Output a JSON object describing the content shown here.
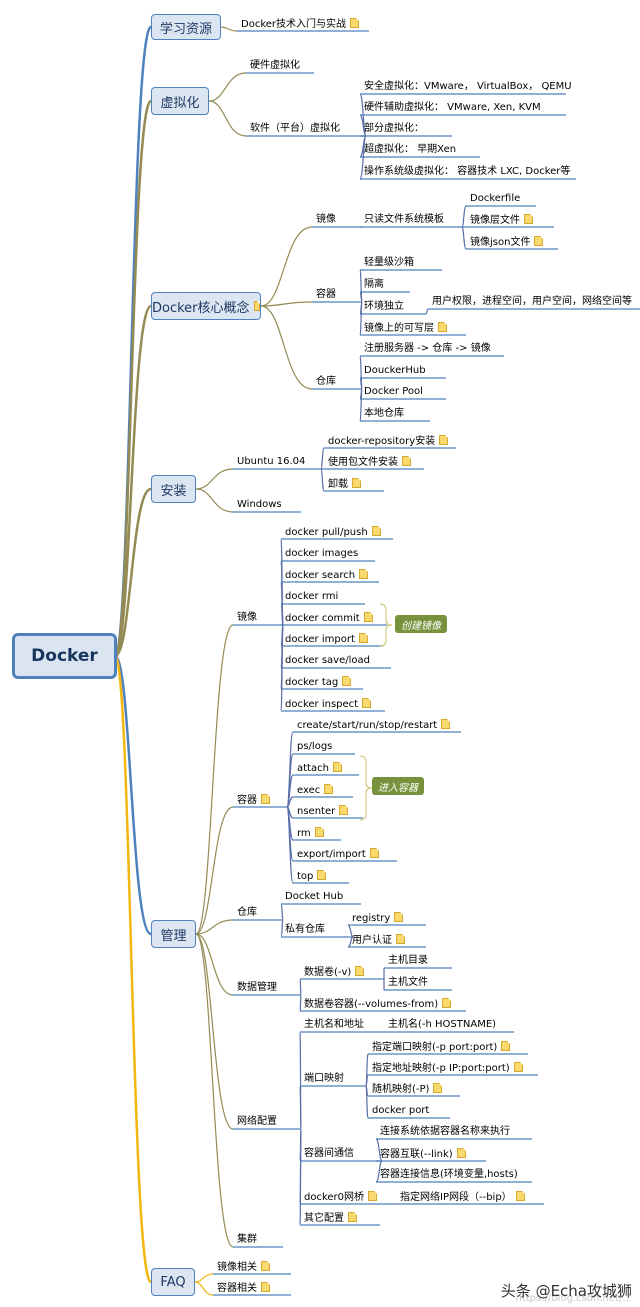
{
  "root": {
    "text": "Docker"
  },
  "branches": [
    {
      "id": "learn",
      "label": "学习资源",
      "children": [
        {
          "label": "Docker技术入门与实战",
          "note": true
        }
      ]
    },
    {
      "id": "virt",
      "label": "虚拟化",
      "children": [
        {
          "label": "硬件虚拟化"
        },
        {
          "label": "软件（平台）虚拟化",
          "children": [
            {
              "label": "安全虚拟化：VMware，  VirtualBox， QEMU"
            },
            {
              "label": "硬件辅助虚拟化： VMware, Xen, KVM"
            },
            {
              "label": "部分虚拟化："
            },
            {
              "label": "超虚拟化： 早期Xen"
            },
            {
              "label": "操作系统级虚拟化： 容器技术 LXC, Docker等"
            }
          ]
        }
      ]
    },
    {
      "id": "core",
      "label": "Docker核心概念",
      "note": true,
      "children": [
        {
          "label": "镜像",
          "children": [
            {
              "label": "只读文件系统模板",
              "children": [
                {
                  "label": "Dockerfile"
                },
                {
                  "label": "镜像层文件",
                  "note": true
                },
                {
                  "label": "镜像json文件",
                  "note": true
                }
              ]
            }
          ]
        },
        {
          "label": "容器",
          "children": [
            {
              "label": "轻量级沙箱"
            },
            {
              "label": "隔离"
            },
            {
              "label": "环境独立",
              "children": [
                {
                  "label": "用户权限，进程空间，用户空间，网络空间等"
                }
              ]
            },
            {
              "label": "镜像上的可写层",
              "note": true
            }
          ]
        },
        {
          "label": "仓库",
          "children": [
            {
              "label": "注册服务器  -> 仓库 -> 镜像"
            },
            {
              "label": "DouckerHub"
            },
            {
              "label": "Docker Pool"
            },
            {
              "label": "本地仓库"
            }
          ]
        }
      ]
    },
    {
      "id": "install",
      "label": "安装",
      "children": [
        {
          "label": "Ubuntu 16.04",
          "children": [
            {
              "label": "docker-repository安装",
              "note": true
            },
            {
              "label": "使用包文件安装",
              "note": true
            },
            {
              "label": "卸载",
              "note": true
            }
          ]
        },
        {
          "label": "Windows"
        }
      ]
    },
    {
      "id": "manage",
      "label": "管理",
      "children": [
        {
          "label": "镜像",
          "children": [
            {
              "label": "docker pull/push",
              "note": true
            },
            {
              "label": "docker images"
            },
            {
              "label": "docker search",
              "note": true
            },
            {
              "label": "docker rmi"
            },
            {
              "label": "docker commit",
              "note": true
            },
            {
              "label": "docker import",
              "note": true
            },
            {
              "label": "docker save/load"
            },
            {
              "label": "docker tag",
              "note": true
            },
            {
              "label": "docker inspect",
              "note": true
            }
          ]
        },
        {
          "label": "容器",
          "note": true,
          "children": [
            {
              "label": "create/start/run/stop/restart",
              "note": true
            },
            {
              "label": "ps/logs"
            },
            {
              "label": "attach",
              "note": true
            },
            {
              "label": "exec",
              "note": true
            },
            {
              "label": "nsenter",
              "note": true
            },
            {
              "label": "rm",
              "note": true
            },
            {
              "label": "export/import",
              "note": true
            },
            {
              "label": "top",
              "note": true
            }
          ]
        },
        {
          "label": "仓库",
          "children": [
            {
              "label": "Docket Hub"
            },
            {
              "label": "私有仓库",
              "children": [
                {
                  "label": "registry",
                  "note": true
                },
                {
                  "label": "用户认证",
                  "note": true
                }
              ]
            }
          ]
        },
        {
          "label": "数据管理",
          "children": [
            {
              "label": "数据卷(-v)",
              "note": true,
              "children": [
                {
                  "label": "主机目录"
                },
                {
                  "label": "主机文件"
                }
              ]
            },
            {
              "label": "数据卷容器(--volumes-from)",
              "note": true
            }
          ]
        },
        {
          "label": "网络配置",
          "children": [
            {
              "label": "主机名和地址",
              "children": [
                {
                  "label": "主机名(-h HOSTNAME)"
                }
              ]
            },
            {
              "label": "端口映射",
              "children": [
                {
                  "label": "指定端口映射(-p port:port)",
                  "note": true
                },
                {
                  "label": "指定地址映射(-p IP:port:port)",
                  "note": true
                },
                {
                  "label": "随机映射(-P)",
                  "note": true
                },
                {
                  "label": "docker port"
                }
              ]
            },
            {
              "label": "容器间通信",
              "children": [
                {
                  "label": "连接系统依据容器名称来执行"
                },
                {
                  "label": "容器互联(--link)",
                  "note": true
                },
                {
                  "label": "容器连接信息(环境变量,hosts)"
                }
              ]
            },
            {
              "label": "docker0网桥",
              "note": true,
              "children": [
                {
                  "label": "指定网络IP网段（--bip）",
                  "note": true
                }
              ]
            },
            {
              "label": "其它配置",
              "note": true
            }
          ]
        },
        {
          "label": "集群"
        }
      ]
    },
    {
      "id": "faq",
      "label": "FAQ",
      "children": [
        {
          "label": "镜像相关",
          "note": true
        },
        {
          "label": "容器相关",
          "note": true
        }
      ]
    }
  ],
  "callouts": [
    {
      "id": "create_image",
      "label": "创建镜像"
    },
    {
      "id": "enter_container",
      "label": "进入容器"
    }
  ],
  "watermark": {
    "text": "头条 @Echa攻城狮",
    "url": "https://blog.csdn.net/..."
  },
  "colors": {
    "box_fill": "#dce6f2",
    "box_border": "#4f81bd",
    "root_border": "#4f81bd",
    "branch_blue": "#4f81bd",
    "branch_gray": "#948a54",
    "branch_yellow": "#f2b70f",
    "callout": "#76923c"
  }
}
